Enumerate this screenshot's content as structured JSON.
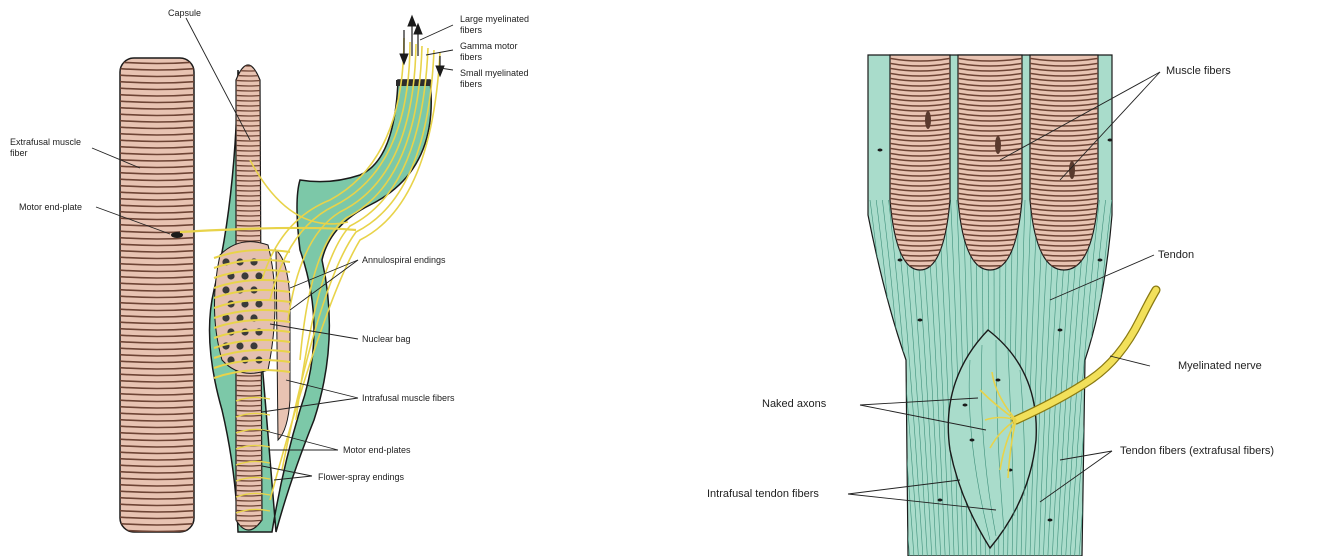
{
  "colors": {
    "muscle": "#e8c3b2",
    "muscle_stripe": "#6e4435",
    "green": "#7cc8a8",
    "green_dark": "#3b8e6e",
    "tendon": "#a9dccb",
    "tendon_line": "#3e8f7a",
    "nerve": "#f2e05a",
    "nerve_outline": "#8a7a12",
    "outline": "#1a1a1a"
  },
  "spindle": {
    "labels": {
      "capsule": "Capsule",
      "large_myelinated": "Large myelinated fibers",
      "gamma_motor": "Gamma motor fibers",
      "small_myelinated": "Small myelinated fibers",
      "extrafusal": "Extrafusal muscle fiber",
      "motor_endplate": "Motor end-plate",
      "annulospiral": "Annulospiral endings",
      "nuclear_bag": "Nuclear bag",
      "intrafusal": "Intrafusal muscle fibers",
      "motor_endplates": "Motor end-plates",
      "flower_spray": "Flower-spray endings"
    }
  },
  "golgi": {
    "labels": {
      "muscle_fibers": "Muscle fibers",
      "tendon": "Tendon",
      "myelinated_nerve": "Myelinated nerve",
      "naked_axons": "Naked axons",
      "tendon_fibers": "Tendon fibers (extrafusal fibers)",
      "intrafusal_tendon": "Intrafusal tendon fibers"
    }
  }
}
